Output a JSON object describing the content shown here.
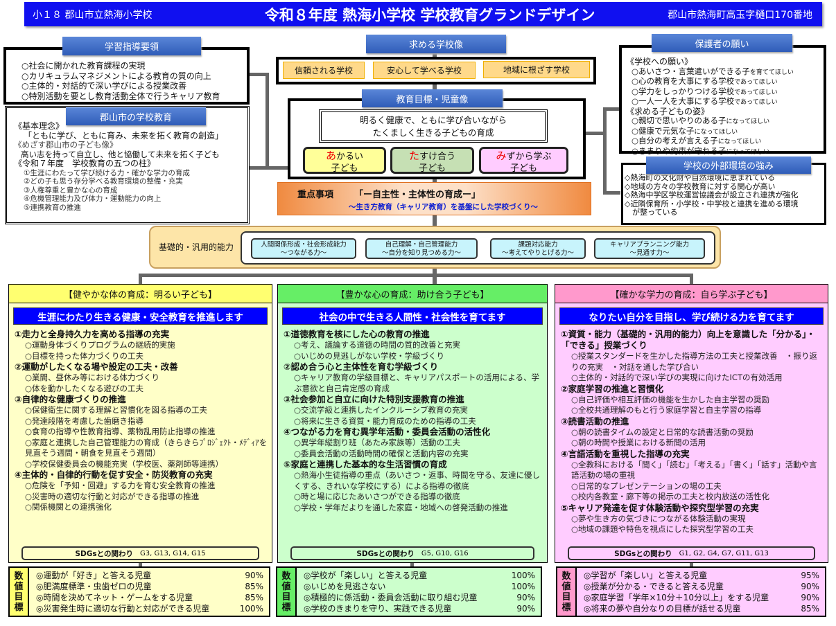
{
  "header": {
    "left": "小１８ 郡山市立熱海小学校",
    "title": "令和８年度 熱海小学校 学校教育グランドデザイン",
    "address": "郡山市熱海町高玉字樋口170番地"
  },
  "curriculum": {
    "title": "学習指導要領",
    "items": [
      "○社会に開かれた教育課程の実現",
      "○カリキュラムマネジメントによる教育の質の向上",
      "○主体的・対話的で深い学びによる授業改善",
      "○特別活動を要とし教育活動全体で行うキャリア教育"
    ]
  },
  "city": {
    "title": "郡山市の学校教育",
    "philosophy_label": "《基本理念》",
    "philosophy": "「ともに学び、ともに育み、未来を拓く教育の創造」",
    "child_label": "《めざす郡山市の子ども像》",
    "child": "高い志を持って自立し、他と協働して未来を拓く子ども",
    "pillars_label": "《令和７年度　学校教育の五つの柱》",
    "pillars": [
      "①生涯にわたって学び続ける力・確かな学力の育成",
      "②どの子も思う存分学べる教育環境の整備・充実",
      "③人権尊重と豊かな心の育成",
      "④危機管理能力及び体力・運動能力の向上",
      "⑤連携教育の推進"
    ]
  },
  "school_image": {
    "title": "求める学校像",
    "items": [
      "信頼される学校",
      "安心して学べる学校",
      "地域に根ざす学校"
    ]
  },
  "goal": {
    "title": "教育目標・児童像",
    "motto_line1": "明るく健康で、ともに学び合いながら",
    "motto_line2": "たくましく生きる子どもの育成",
    "kids": [
      {
        "first": "あ",
        "rest": "かるい",
        "line2": "子ども"
      },
      {
        "first": "た",
        "rest": "すけ合う",
        "line2": "子ども"
      },
      {
        "first": "み",
        "rest": "ずから学ぶ",
        "line2": "子ども"
      }
    ]
  },
  "focus": {
    "label": "重点事項",
    "main": "「ー自主性・主体性の育成ー」",
    "sub": "～生き方教育（キャリア教育）を基盤にした学校づくり～"
  },
  "parents": {
    "title": "保護者の願い",
    "school_label": "《学校への願い》",
    "school": [
      [
        "○あいさつ・言葉遣いができる子",
        "を育ててほしい"
      ],
      [
        "○心の教育を大事にする学校",
        "であってほしい"
      ],
      [
        "○学力をしっかりつける学校",
        "であってほしい"
      ],
      [
        "○一人一人を大事にする学校",
        "であってほしい"
      ]
    ],
    "child_label": "《求める子どもの姿》",
    "child": [
      [
        "○親切で思いやりのある子",
        "になってほしい"
      ],
      [
        "○健康で元気な子",
        "になってほしい"
      ],
      [
        "○自分の考えが言える子",
        "になってほしい"
      ],
      [
        "○きまりや約束が守れる子",
        "になってほしい"
      ]
    ]
  },
  "environment": {
    "title": "学校の外部環境の強み",
    "items": [
      "◇熱海町の文化財や自然環境に恵まれている",
      "◇地域の方々の学校教育に対する関心が高い",
      "◇熱海中学区学校運営協議会が設立され連携が強化",
      "◇近隣保育所・小学校・中学校と連携を進める環境",
      "　が整っている"
    ]
  },
  "abilities": {
    "label": "基礎的・汎用的能力",
    "items": [
      [
        "人間関係形成・社会形成能力",
        "～つながる力～"
      ],
      [
        "自己理解・自己管理能力",
        "～自分を知り見つめる力～"
      ],
      [
        "課題対応能力",
        "～考えてやりとげる力～"
      ],
      [
        "キャリアプランニング能力",
        "～見通す力～"
      ]
    ]
  },
  "columns": [
    {
      "head": "【健やかな体の育成：明るい子ども】",
      "banner": "生涯にわたり生きる健康・安全教育を推進します",
      "color": "#ffffc8",
      "headcolor": "#ffff70",
      "sections": [
        {
          "h": "①走力と全身持久力を高める指導の充実",
          "items": [
            "○運動身体づくりプログラムの継続的実施",
            "○目標を持った体力づくりの工夫"
          ]
        },
        {
          "h": "②運動がしたくなる場や設定の工夫・改善",
          "items": [
            "○業間、昼休み等における体力づくり",
            "○体を動かしたくなる遊びの工夫"
          ]
        },
        {
          "h": "③自律的な健康づくりの推進",
          "items": [
            "○保健衛生に関する理解と習慣化を図る指導の工夫",
            "○発達段階を考慮した歯磨き指導",
            "○食育の指導や性教育指導、薬物乱用防止指導の推進",
            "○家庭と連携した自己管理能力の育成（きらきらﾌﾟﾛｼﾞｪｸﾄ・ﾒﾃﾞｨｱを見直そう週間・朝食を見直そう週間）",
            "○学校保健委員会の機能充実（学校医、薬剤師等連携）"
          ]
        },
        {
          "h": "④主体的・自律的行動を促す安全・防災教育の充実",
          "items": [
            "○危険を「予知・回避」する力を育む安全教育の推進",
            "○災害時の適切な行動と対応ができる指導の推進",
            "○関係機関との連携強化"
          ]
        }
      ],
      "sdg_label": "SDGsとの関わり",
      "sdgs": "G3, G13, G14, G15",
      "num_label": "数値目標",
      "numbers": [
        [
          "◎運動が「好き」と答える児童",
          "90%"
        ],
        [
          "◎肥満度標準・虫歯ゼロの児童",
          "85%"
        ],
        [
          "◎時間を決めてネット・ゲームをする児童",
          "85%"
        ],
        [
          "◎災害発生時に適切な行動と対応ができる児童",
          "100%"
        ]
      ]
    },
    {
      "head": "【豊かな心の育成：助け合う子ども】",
      "banner": "社会の中で生きる人間性・社会性を育てます",
      "color": "#ccffcc",
      "headcolor": "#66ee66",
      "sections": [
        {
          "h": "①道徳教育を核にした心の教育の推進",
          "items": [
            "○考え、議論する道徳の時間の質的改善と充実",
            "○いじめの見逃しがない学校・学級づくり"
          ]
        },
        {
          "h": "②認め合う心と主体性を育む学級づくり",
          "items": [
            "○キャリア教育の学級目標と、キャリアパスポートの活用による、学ぶ意欲と自己肯定感の育成"
          ]
        },
        {
          "h": "③社会参加と自立に向けた特別支援教育の推進",
          "items": [
            "○交流学級と連携したインクルーシブ教育の充実",
            "○将来に生きる資質・能力育成のための指導の工夫"
          ]
        },
        {
          "h": "④つながる力を育む異学年活動・委員会活動の活性化",
          "items": [
            "○異学年縦割り班（あたみ家族等）活動の工夫",
            "○委員会活動の活動時間の確保と活動内容の充実"
          ]
        },
        {
          "h": "⑤家庭と連携した基本的な生活習慣の育成",
          "items": [
            "○熱海小生徒指導の重点（あいさつ・返事、時間を守る、友達に優しくする、きれいな学校にする）による指導の徹底",
            "○時と場に応じたあいさつができる指導の徹底",
            "○学校・学年だよりを通した家庭・地域への啓発活動の推進"
          ]
        }
      ],
      "sdg_label": "SDGsとの関わり",
      "sdgs": "G5, G10, G16",
      "num_label": "数値目標",
      "numbers": [
        [
          "◎学校が「楽しい」と答える児童",
          "100%"
        ],
        [
          "◎いじめを見逃さない",
          "100%"
        ],
        [
          "◎積極的に係活動・委員会活動に取り組む児童",
          "90%"
        ],
        [
          "◎学校のきまりを守り、実践できる児童",
          "90%"
        ]
      ]
    },
    {
      "head": "【確かな学力の育成：自ら学ぶ子ども】",
      "banner": "なりたい自分を目指し、学び続ける力を育てます",
      "color": "#ffccff",
      "headcolor": "#ff99cc",
      "sections": [
        {
          "h": "①資質・能力（基礎的・汎用的能力）向上を意識した「分かる」・「できる」授業づくり",
          "items": [
            "○授業スタンダードを生かした指導方法の工夫と授業改善　・振り返りの充実　・対話を通した学び合い",
            "○主体的・対話的で深い学びの実現に向けたICTの有効活用"
          ]
        },
        {
          "h": "②家庭学習の推進と習慣化",
          "items": [
            "○自己評価や相互評価の機能を生かした自主学習の奨励",
            "○全校共通理解のもと行う家庭学習と自主学習の指導"
          ]
        },
        {
          "h": "③読書活動の推進",
          "items": [
            "○朝の読書タイムの設定と日常的な読書活動の奨励",
            "○朝の時間や授業における新聞の活用"
          ]
        },
        {
          "h": "④言語活動を重視した指導の充実",
          "items": [
            "○全教科における「聞く」「読む」「考える」「書く」「話す」活動や言語活動の場の重視",
            "○日常的なプレゼンテーションの場の工夫",
            "○校内各教室・廊下等の掲示の工夫と校内放送の活性化"
          ]
        },
        {
          "h": "⑤キャリア発達を促す体験活動や探究型学習の充実",
          "items": [
            "○夢や生き方の気づきにつながる体験活動の実現",
            "○地域の課題や特色を視点にした探究型学習の工夫"
          ]
        }
      ],
      "sdg_label": "SDGsとの関わり",
      "sdgs": "G1, G2, G4, G7, G11, G13",
      "num_label": "数値目標",
      "numbers": [
        [
          "◎学習が「楽しい」と答える児童",
          "95%"
        ],
        [
          "◎授業が分かる・できると答える児童",
          "90%"
        ],
        [
          "◎家庭学習「学年×10分＋10分以上」をする児童",
          "90%"
        ],
        [
          "◎将来の夢や自分なりの目標が話せる児童",
          "85%"
        ]
      ]
    }
  ]
}
